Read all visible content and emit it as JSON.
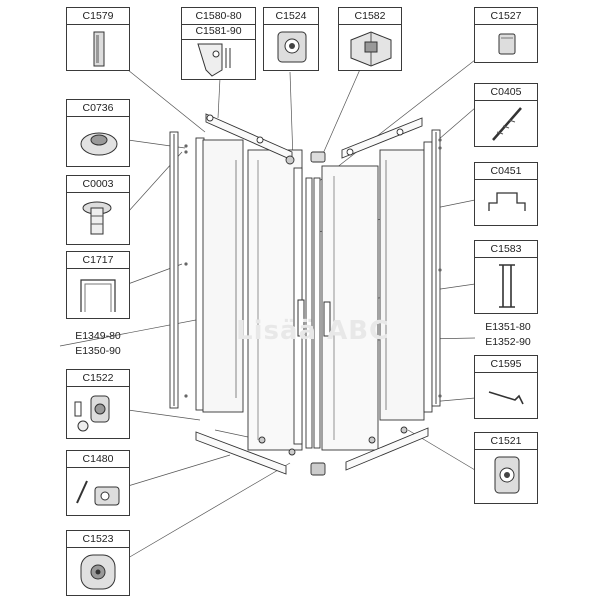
{
  "parts": {
    "c1579": "C1579",
    "c1580_80": "C1580-80",
    "c1581_90": "C1581-90",
    "c1524": "C1524",
    "c1582": "C1582",
    "c1527": "C1527",
    "c0736": "C0736",
    "c0405": "C0405",
    "c0003": "C0003",
    "c0451": "C0451",
    "c1717": "C1717",
    "c1583": "C1583",
    "e1349_80": "E1349-80",
    "e1350_90": "E1350-90",
    "e1351_80": "E1351-80",
    "e1352_90": "E1352-90",
    "c1522": "C1522",
    "c1595": "C1595",
    "c1480": "C1480",
    "c1521": "C1521",
    "c1523": "C1523"
  },
  "watermark": "Lisää ABC"
}
